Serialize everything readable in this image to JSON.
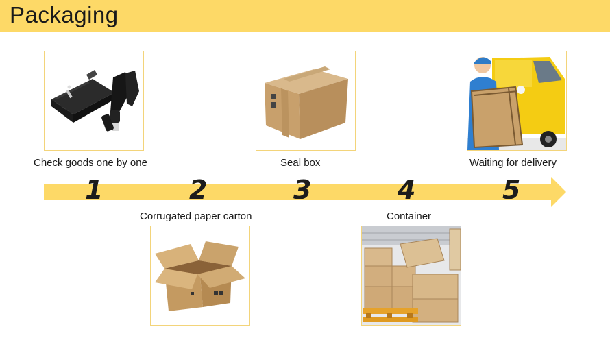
{
  "header": {
    "title": "Packaging"
  },
  "steps": [
    {
      "number": "1",
      "caption": "Check goods one by one",
      "image": "product-in-gift-box"
    },
    {
      "number": "2",
      "caption": "Corrugated paper carton",
      "image": "open-carton-box"
    },
    {
      "number": "3",
      "caption": "Seal box",
      "image": "sealed-carton-box"
    },
    {
      "number": "4",
      "caption": "Container",
      "image": "boxes-on-pallet"
    },
    {
      "number": "5",
      "caption": "Waiting for delivery",
      "image": "courier-with-van"
    }
  ],
  "colors": {
    "header": "#fdd967",
    "arrow": "#fdd967",
    "frame": "#f3d47a",
    "carton": "#c9a26a"
  }
}
